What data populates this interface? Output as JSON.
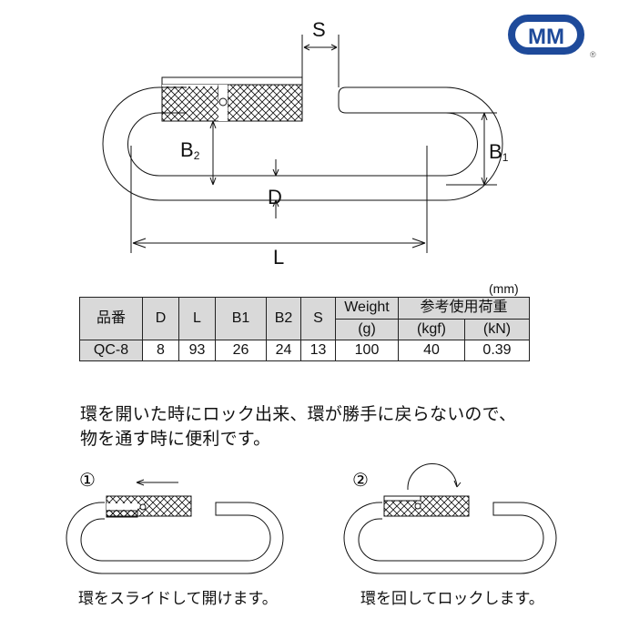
{
  "logo": {
    "text": "MM",
    "registered": "®",
    "color": "#1e4a9a"
  },
  "diagram": {
    "labels": {
      "S": "S",
      "B2": "B",
      "B2_sub": "2",
      "B1": "B",
      "B1_sub": "1",
      "D": "D",
      "L": "L"
    }
  },
  "table": {
    "unit": "(mm)",
    "headers": {
      "part_no": "品番",
      "D": "D",
      "L": "L",
      "B1": "B1",
      "B2": "B2",
      "S": "S",
      "weight": "Weight",
      "weight_unit": "(g)",
      "load": "参考使用荷重",
      "load_kgf": "(kgf)",
      "load_kn": "(kN)"
    },
    "rows": [
      {
        "part_no": "QC-8",
        "D": "8",
        "L": "93",
        "B1": "26",
        "B2": "24",
        "S": "13",
        "weight": "100",
        "kgf": "40",
        "kn": "0.39"
      }
    ]
  },
  "description": {
    "line1": "環を開いた時にロック出来、環が勝手に戻らないので、",
    "line2": "物を通す時に便利です。"
  },
  "steps": [
    {
      "number": "①",
      "caption": "環をスライドして開けます。"
    },
    {
      "number": "②",
      "caption": "環を回してロックします。"
    }
  ]
}
